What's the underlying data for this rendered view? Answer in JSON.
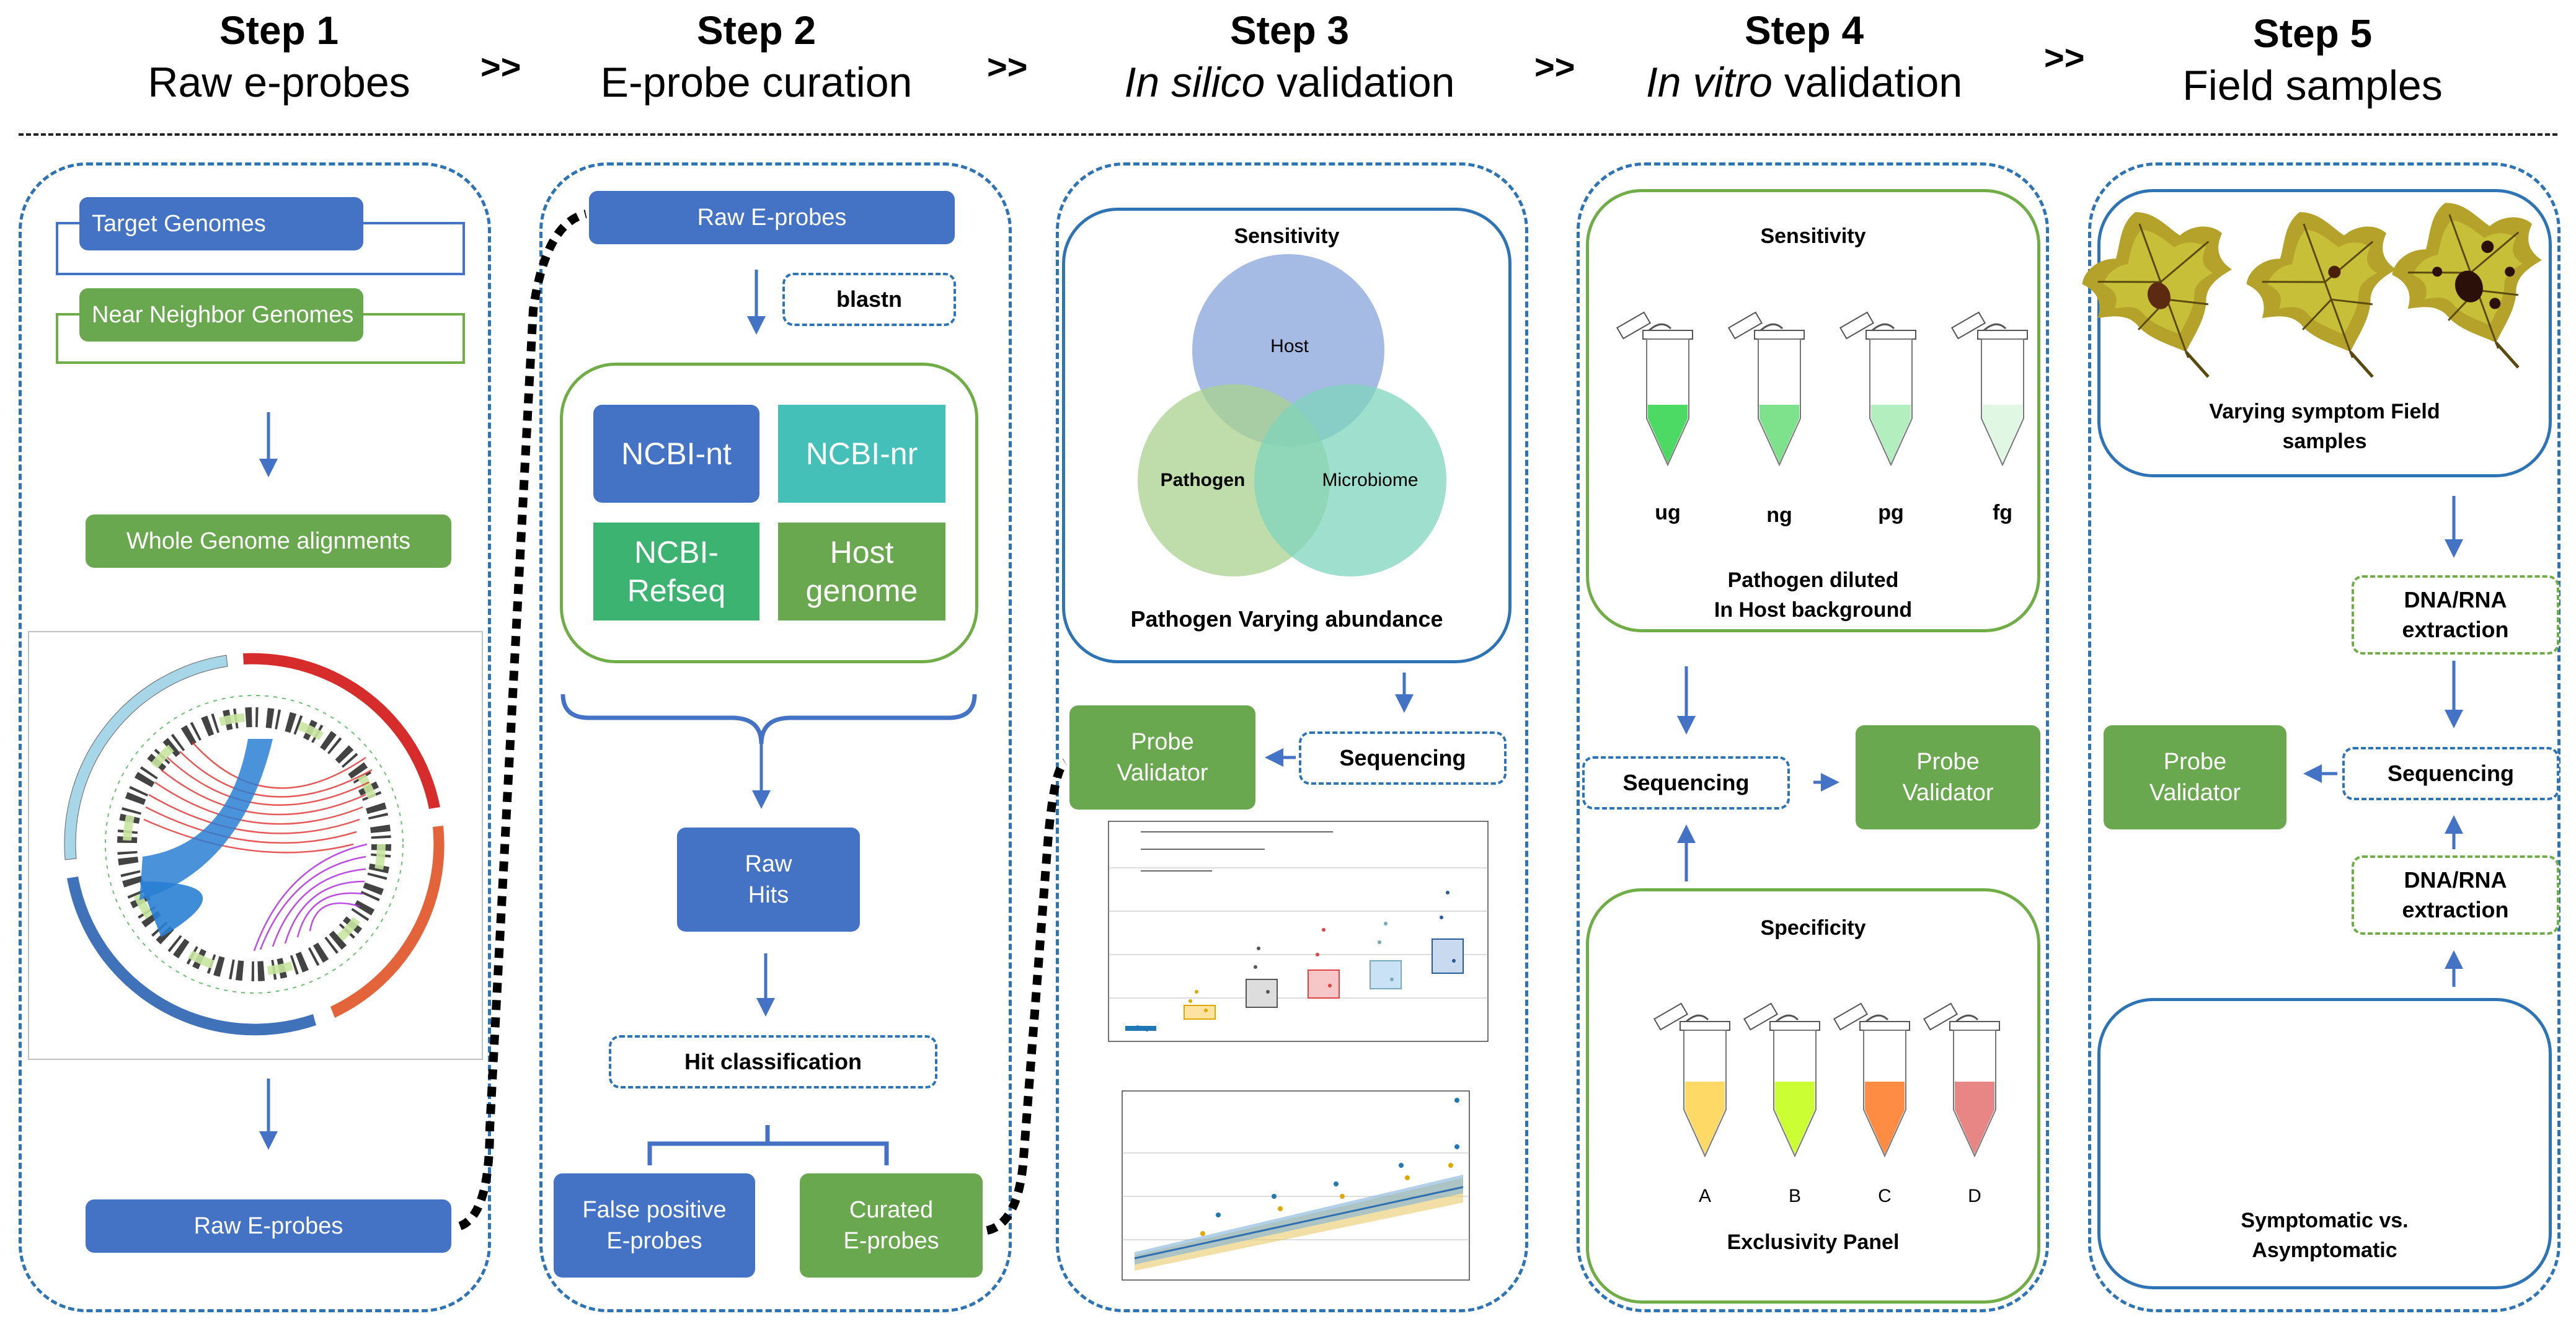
{
  "steps": [
    {
      "num": "Step 1",
      "title": "Raw e-probes"
    },
    {
      "num": "Step 2",
      "title": "E-probe curation"
    },
    {
      "num": "Step 3",
      "title_italic": "In silico",
      "title_rest": " validation"
    },
    {
      "num": "Step 4",
      "title_italic": "In vitro",
      "title_rest": " validation"
    },
    {
      "num": "Step 5",
      "title": "Field samples"
    }
  ],
  "separator": ">>",
  "step1": {
    "target": "Target Genomes",
    "near": "Near Neighbor Genomes",
    "wga": "Whole Genome alignments",
    "raw": "Raw E-probes"
  },
  "step2": {
    "raw": "Raw E-probes",
    "blastn": "blastn",
    "nt": "NCBI-nt",
    "nr": "NCBI-nr",
    "refseq_1": "NCBI-",
    "refseq_2": "Refseq",
    "host_1": "Host",
    "host_2": "genome",
    "hits_1": "Raw",
    "hits_2": "Hits",
    "classification": "Hit classification",
    "fp_1": "False positive",
    "fp_2": "E-probes",
    "cur_1": "Curated",
    "cur_2": "E-probes"
  },
  "step3": {
    "sensitivity": "Sensitivity",
    "host": "Host",
    "pathogen": "Pathogen",
    "microbiome": "Microbiome",
    "abundance": "Pathogen Varying abundance",
    "validator_1": "Probe",
    "validator_2": "Validator",
    "sequencing": "Sequencing"
  },
  "step4": {
    "sensitivity": "Sensitivity",
    "units": [
      "ug",
      "ng",
      "pg",
      "fg"
    ],
    "diluted_1": "Pathogen diluted",
    "diluted_2": "In Host background",
    "sequencing": "Sequencing",
    "validator_1": "Probe",
    "validator_2": "Validator",
    "specificity": "Specificity",
    "panel_letters": [
      "A",
      "B",
      "C",
      "D"
    ],
    "exclusivity": "Exclusivity Panel"
  },
  "step5": {
    "field_1": "Varying symptom Field",
    "field_2": "samples",
    "dna_1": "DNA/RNA",
    "dna_2": "extraction",
    "sequencing": "Sequencing",
    "validator_1": "Probe",
    "validator_2": "Validator",
    "sym_1": "Symptomatic vs.",
    "sym_2": "Asymptomatic"
  },
  "colors": {
    "blue": "#4472c4",
    "green": "#6aa84f",
    "teal": "#45c0b8",
    "emerald": "#3cb371",
    "border_blue": "#2e74b5",
    "border_green": "#70ad47"
  }
}
